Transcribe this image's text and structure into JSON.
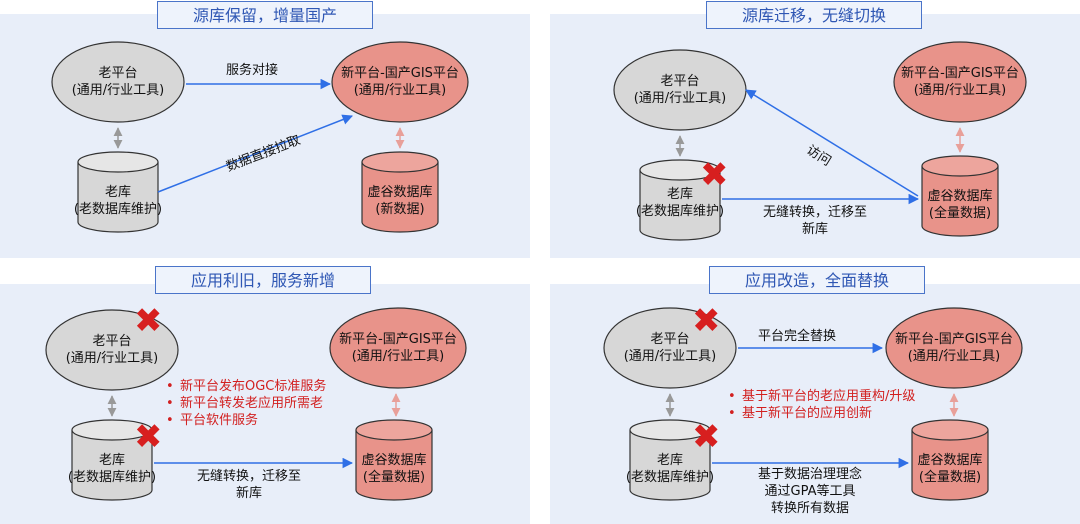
{
  "panels": [
    {
      "title": "源库保留，增量国产",
      "old_platform": [
        "老平台",
        "(通用/行业工具)"
      ],
      "new_platform": [
        "新平台-国产GIS平台",
        "(通用/行业工具)"
      ],
      "old_db": [
        "老库",
        "(老数据库维护)"
      ],
      "new_db": [
        "虚谷数据库",
        "(新数据)"
      ],
      "edge_service": "服务对接",
      "edge_data": "数据直接拉取"
    },
    {
      "title": "源库迁移，无缝切换",
      "old_platform": [
        "老平台",
        "(通用/行业工具)"
      ],
      "new_platform": [
        "新平台-国产GIS平台",
        "(通用/行业工具)"
      ],
      "old_db": [
        "老库",
        "(老数据库维护)"
      ],
      "new_db": [
        "虚谷数据库",
        "(全量数据)"
      ],
      "edge_access": "访问",
      "edge_migrate": [
        "无缝转换，迁移至",
        "新库"
      ]
    },
    {
      "title": "应用利旧，服务新增",
      "old_platform": [
        "老平台",
        "(通用/行业工具)"
      ],
      "new_platform": [
        "新平台-国产GIS平台",
        "(通用/行业工具)"
      ],
      "old_db": [
        "老库",
        "(老数据库维护)"
      ],
      "new_db": [
        "虚谷数据库",
        "(全量数据)"
      ],
      "bullets": [
        "新平台发布OGC标准服务",
        "新平台转发老应用所需老",
        "平台软件服务"
      ],
      "edge_migrate": [
        "无缝转换，迁移至",
        "新库"
      ]
    },
    {
      "title": "应用改造，全面替换",
      "old_platform": [
        "老平台",
        "(通用/行业工具)"
      ],
      "new_platform": [
        "新平台-国产GIS平台",
        "(通用/行业工具)"
      ],
      "old_db": [
        "老库",
        "(老数据库维护)"
      ],
      "new_db": [
        "虚谷数据库",
        "(全量数据)"
      ],
      "edge_replace": "平台完全替换",
      "bullets": [
        "基于新平台的老应用重构/升级",
        "基于新平台的应用创新"
      ],
      "edge_migrate": [
        "基于数据治理理念",
        "通过GPA等工具",
        "转换所有数据"
      ]
    }
  ],
  "colors": {
    "panel_bg": "#e8eef9",
    "title_border": "#4a74c9",
    "title_text": "#2f57b4",
    "old_node": "#d7d7d7",
    "new_node": "#e8938a",
    "arrow_blue": "#2f6fe6",
    "cross": "#d71f1f"
  }
}
